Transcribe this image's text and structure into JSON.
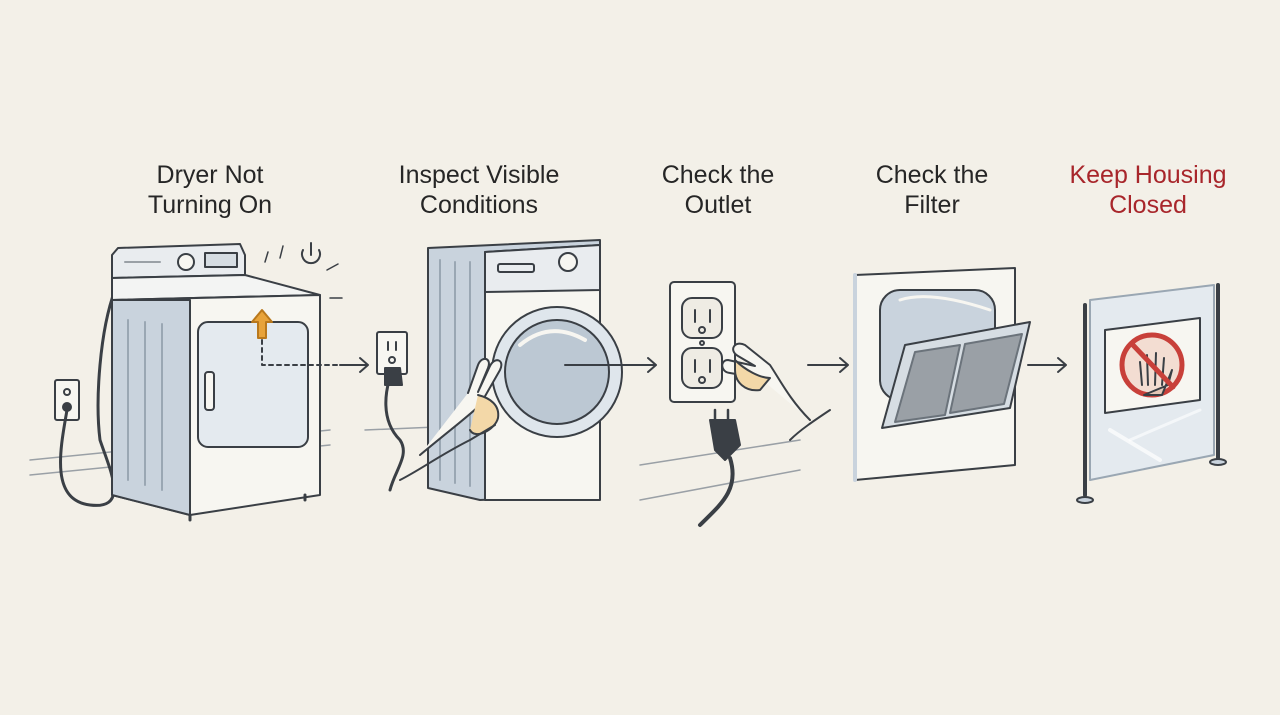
{
  "steps": [
    {
      "label": "Dryer Not\nTurning On"
    },
    {
      "label": "Inspect Visible\nConditions"
    },
    {
      "label": "Check the\nOutlet"
    },
    {
      "label": "Check the\nFilter"
    },
    {
      "label": "Keep Housing\nClosed",
      "accent": "#a8262b"
    }
  ],
  "colors": {
    "background": "#f3f0e8",
    "ink": "#3a3f45",
    "panel": "#c9d3dd",
    "highlight": "#e8a33a",
    "warning": "#c8403a"
  },
  "icons": [
    "power-icon",
    "up-arrow-icon",
    "no-touch-icon"
  ]
}
